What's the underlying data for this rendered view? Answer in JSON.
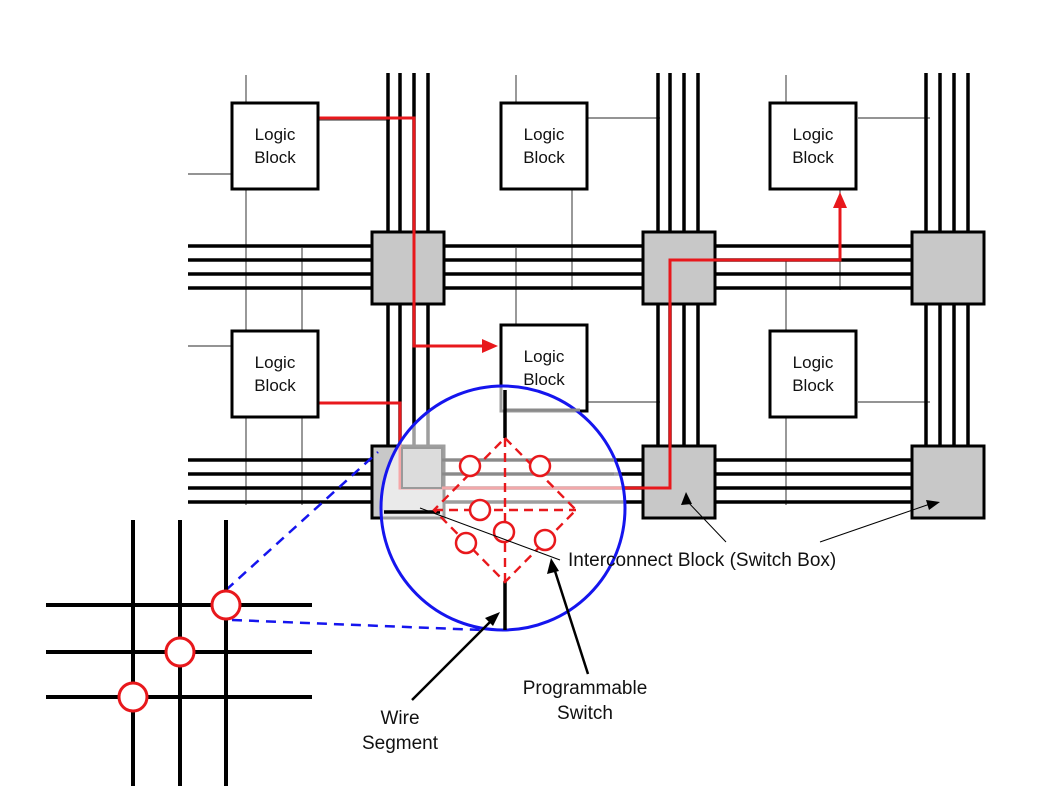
{
  "logic_blocks": [
    {
      "line1": "Logic",
      "line2": "Block"
    },
    {
      "line1": "Logic",
      "line2": "Block"
    },
    {
      "line1": "Logic",
      "line2": "Block"
    },
    {
      "line1": "Logic",
      "line2": "Block"
    },
    {
      "line1": "Logic",
      "line2": "Block"
    },
    {
      "line1": "Logic",
      "line2": "Block"
    }
  ],
  "labels": {
    "interconnect": "Interconnect Block (Switch Box)",
    "programmable_1": "Programmable",
    "programmable_2": "Switch",
    "wire_1": "Wire",
    "wire_2": "Segment"
  },
  "colors": {
    "route": "#e8181c",
    "zoom": "#1515ee",
    "switch_box_fill": "#c8c8c8",
    "wire": "#000000"
  }
}
